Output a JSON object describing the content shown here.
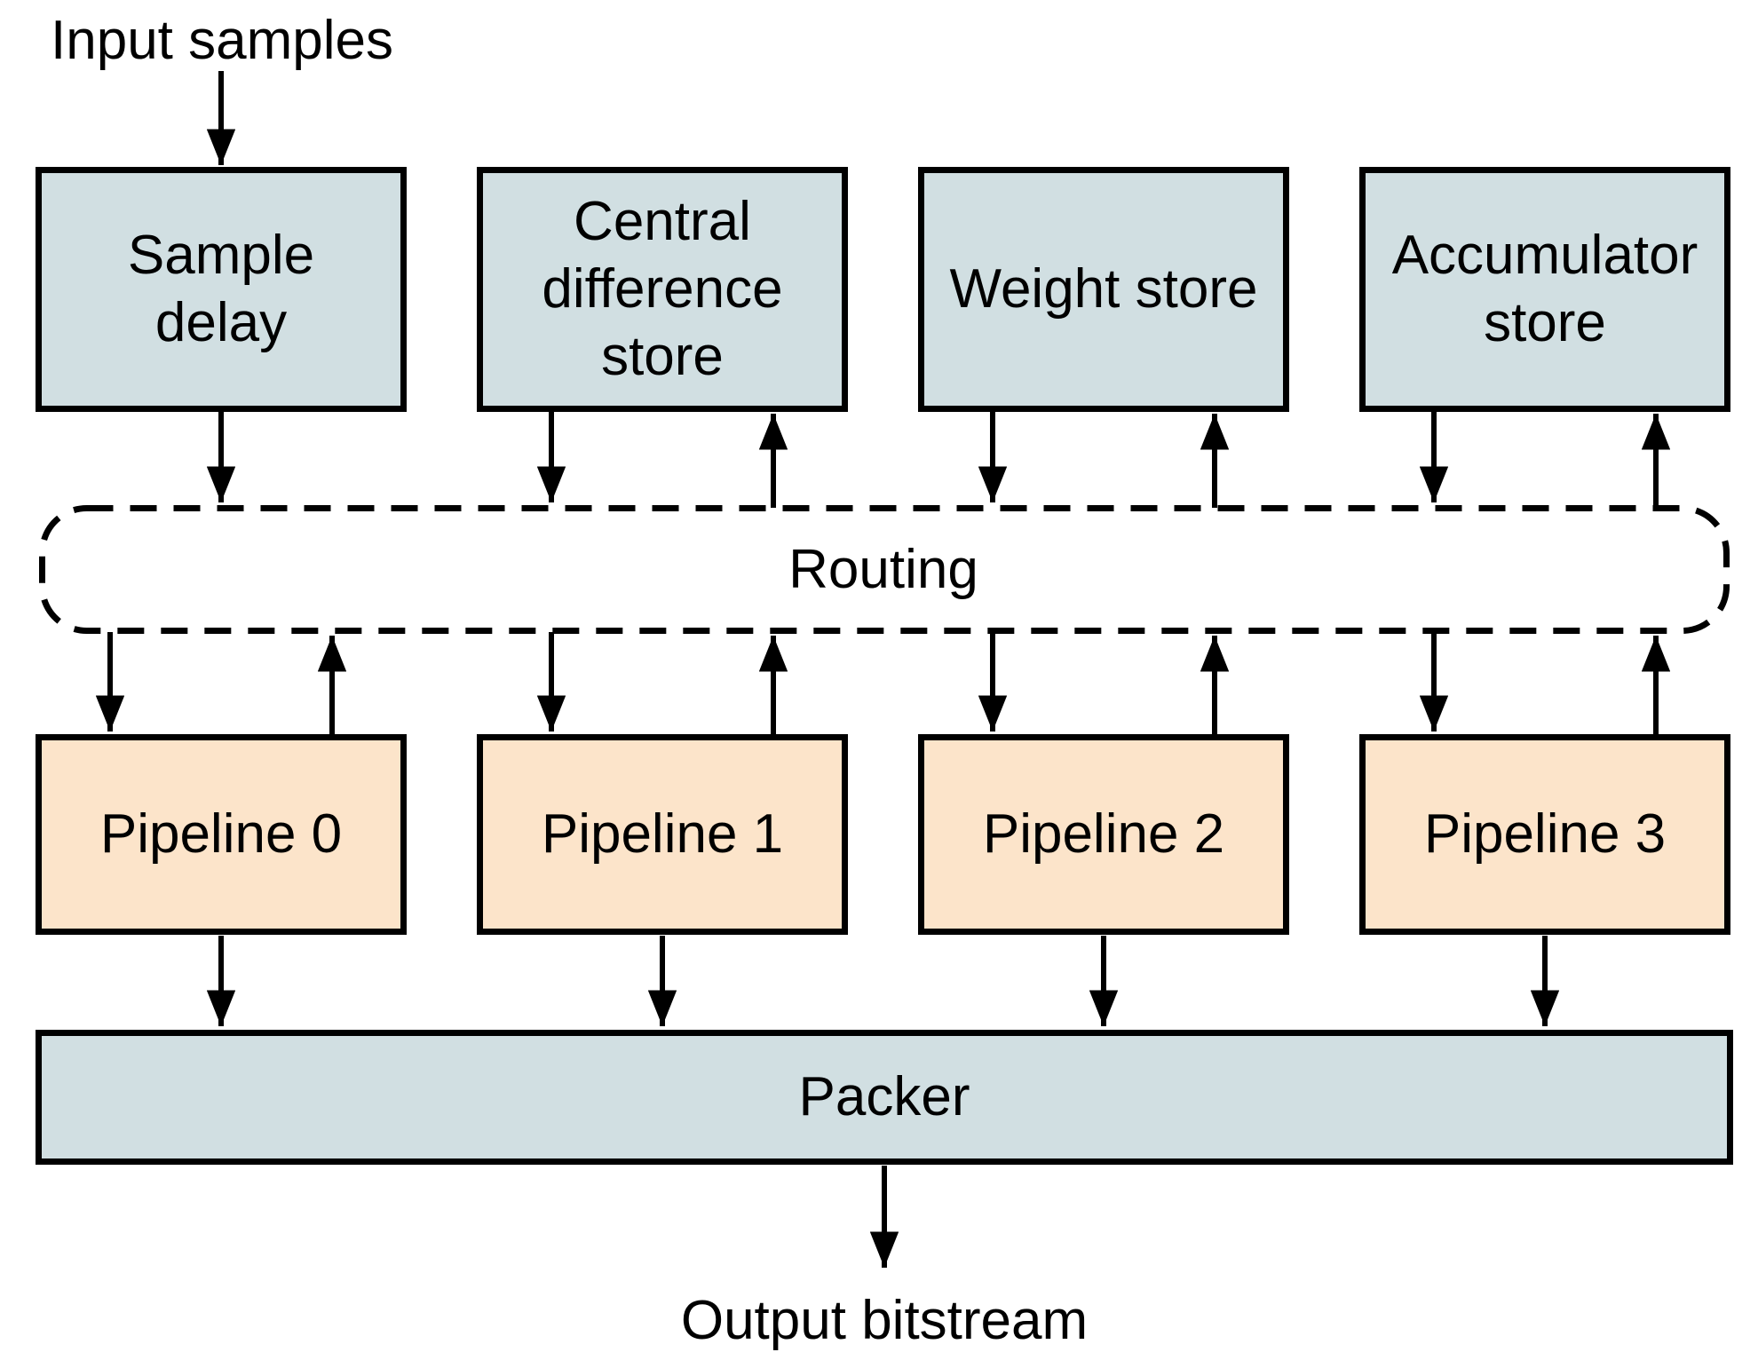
{
  "diagram": {
    "labels": {
      "input": "Input samples",
      "output": "Output bitstream"
    },
    "stores": [
      {
        "label": "Sample delay",
        "lines": [
          "Sample",
          "delay"
        ]
      },
      {
        "label": "Central difference store",
        "lines": [
          "Central",
          "difference",
          "store"
        ]
      },
      {
        "label": "Weight store",
        "lines": [
          "Weight store"
        ]
      },
      {
        "label": "Accumulator store",
        "lines": [
          "Accumulator",
          "store"
        ]
      }
    ],
    "routing": {
      "label": "Routing"
    },
    "pipelines": [
      {
        "label": "Pipeline 0"
      },
      {
        "label": "Pipeline 1"
      },
      {
        "label": "Pipeline 2"
      },
      {
        "label": "Pipeline 3"
      }
    ],
    "packer": {
      "label": "Packer"
    },
    "colors": {
      "background": "#ffffff",
      "store_fill": "#d1dfe2",
      "pipeline_fill": "#fce4ca",
      "stroke": "#000000",
      "text": "#000000"
    }
  }
}
